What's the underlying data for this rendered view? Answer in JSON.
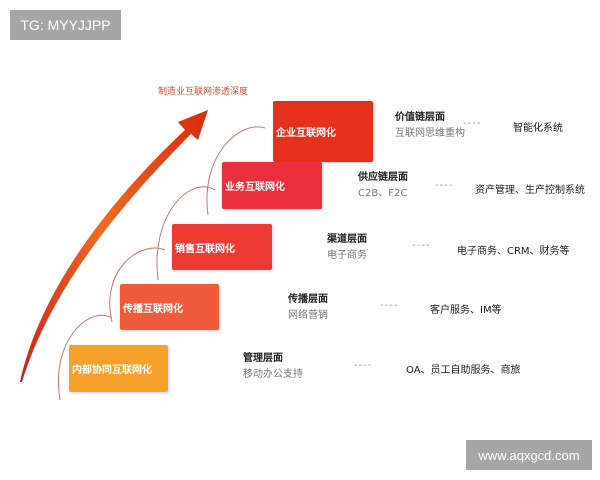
{
  "watermark_top": "TG: MYYJJPP",
  "watermark_bottom": "www.aqxgcd.com",
  "arrow_label": "制造业互联网渗透深度",
  "levels": [
    {
      "box": "企业互联网化",
      "layer": "价值链层面",
      "desc": "互联网思维重构",
      "dash": "----",
      "result": "智能化系统",
      "color": "#e5301c"
    },
    {
      "box": "业务互联网化",
      "layer": "供应链层面",
      "desc": "C2B、F2C",
      "dash": "----",
      "result": "资产管理、生产控制系统",
      "color": "#ec2f3c"
    },
    {
      "box": "销售互联网化",
      "layer": "渠道层面",
      "desc": "电子商务",
      "dash": "----",
      "result": "电子商务、CRM、财务等",
      "color": "#ee3a34"
    },
    {
      "box": "传播互联网化",
      "layer": "传播层面",
      "desc": "网络营销",
      "dash": "----",
      "result": "客户服务、IM等",
      "color": "#ef5a3a"
    },
    {
      "box": "内部协同互联网化",
      "layer": "管理层面",
      "desc": "移动办公支持",
      "dash": "----",
      "result": "OA、员工自助服务、商旅",
      "color": "#f7a02a"
    }
  ]
}
